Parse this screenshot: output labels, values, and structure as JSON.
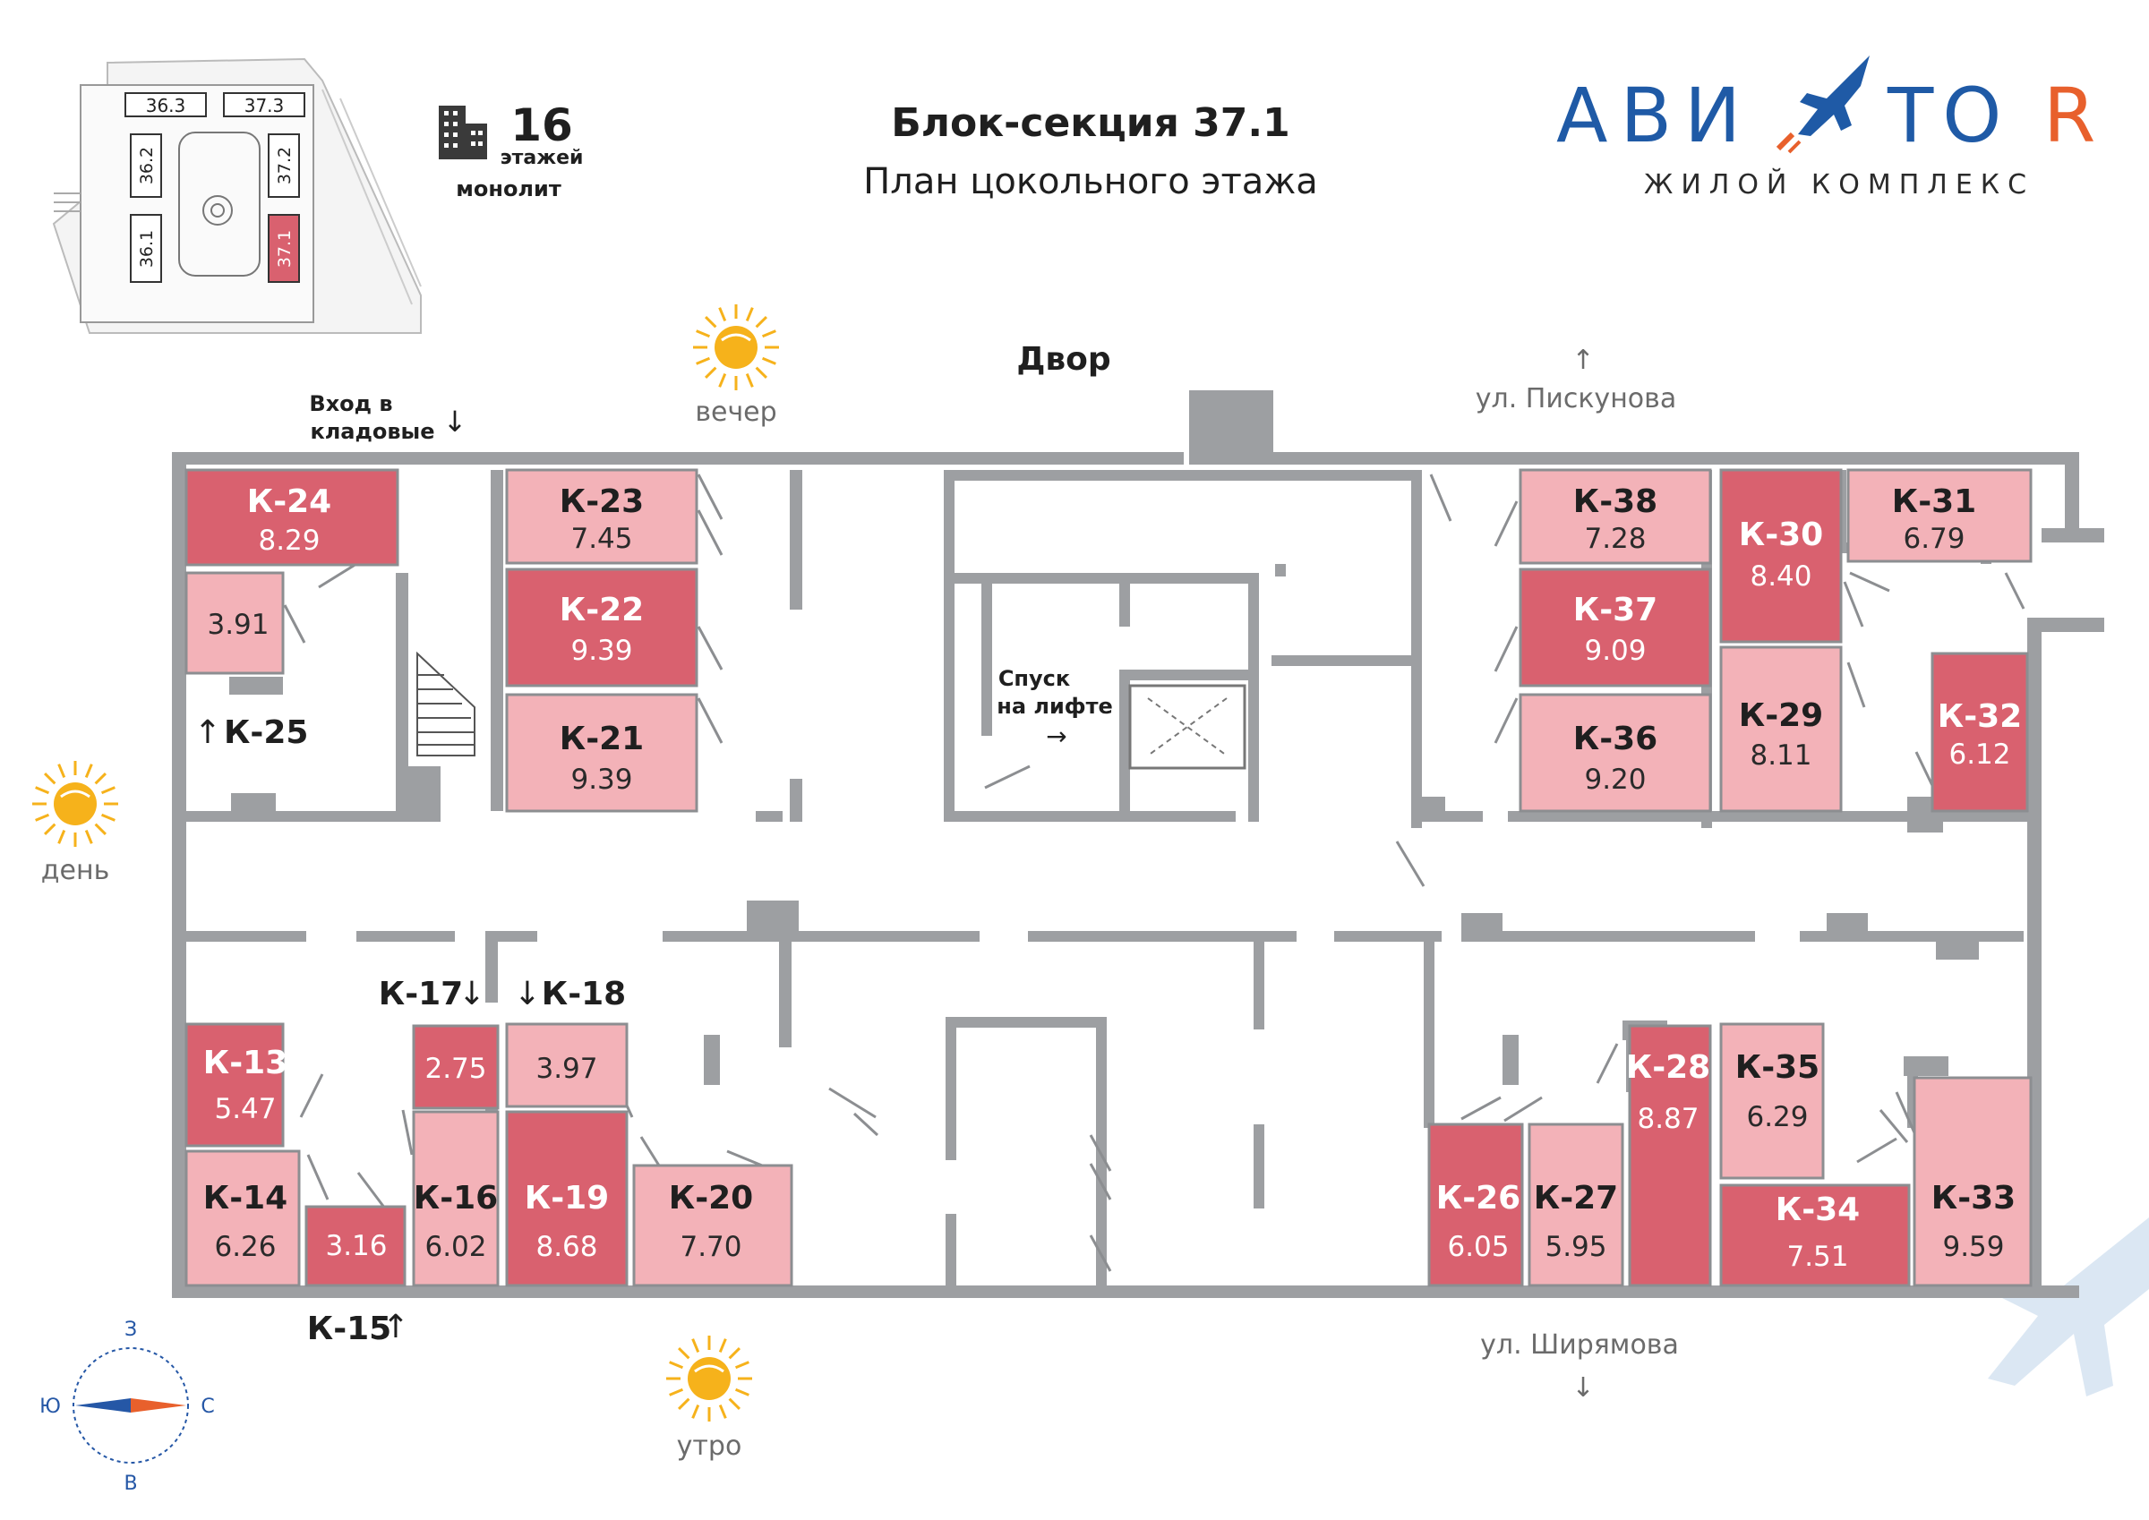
{
  "header": {
    "title": "Блок-секция 37.1",
    "subtitle": "План цокольного этажа"
  },
  "brand": {
    "logo_text_left": "АВИ",
    "logo_text_right": "TO",
    "logo_text_r": "R",
    "tagline": "ЖИЛОЙ КОМПЛЕКС",
    "color_blue": "#1f5aa6",
    "color_orange": "#e8602c"
  },
  "building_info": {
    "floors": "16",
    "floors_label": "этажей",
    "construction": "монолит"
  },
  "site_plan": {
    "sections": [
      "36.3",
      "37.3",
      "36.2",
      "37.2",
      "36.1",
      "37.1"
    ],
    "highlighted": "37.1"
  },
  "orientation": {
    "yard": "Двор",
    "street_top": "ул. Пискунова",
    "street_bottom": "ул. Ширямова",
    "entrance_label_1": "Вход в",
    "entrance_label_2": "кладовые",
    "lift_label_1": "Спуск",
    "lift_label_2": "на лифте",
    "sun_evening": "вечер",
    "sun_day": "день",
    "sun_morning": "утро",
    "compass": {
      "north": "С",
      "south": "Ю",
      "west": "З",
      "east": "В"
    },
    "arrow_up": "↑",
    "arrow_down": "↓",
    "arrow_right": "→"
  },
  "colors": {
    "unit_dark": "#d9616f",
    "unit_light": "#f3b2b8",
    "wall": "#9d9fa2"
  },
  "units": [
    {
      "code": "К-24",
      "area": "8.29",
      "shade": "dark"
    },
    {
      "code": "К-25",
      "area": "3.91",
      "shade": "light"
    },
    {
      "code": "К-23",
      "area": "7.45",
      "shade": "light"
    },
    {
      "code": "К-22",
      "area": "9.39",
      "shade": "dark"
    },
    {
      "code": "К-21",
      "area": "9.39",
      "shade": "light"
    },
    {
      "code": "К-38",
      "area": "7.28",
      "shade": "light"
    },
    {
      "code": "К-37",
      "area": "9.09",
      "shade": "dark"
    },
    {
      "code": "К-36",
      "area": "9.20",
      "shade": "light"
    },
    {
      "code": "К-30",
      "area": "8.40",
      "shade": "dark"
    },
    {
      "code": "К-29",
      "area": "8.11",
      "shade": "light"
    },
    {
      "code": "К-31",
      "area": "6.79",
      "shade": "light"
    },
    {
      "code": "К-32",
      "area": "6.12",
      "shade": "dark"
    },
    {
      "code": "К-13",
      "area": "5.47",
      "shade": "dark"
    },
    {
      "code": "К-14",
      "area": "6.26",
      "shade": "light"
    },
    {
      "code": "К-15",
      "area": "3.16",
      "shade": "dark"
    },
    {
      "code": "К-16",
      "area": "6.02",
      "shade": "light"
    },
    {
      "code": "К-17",
      "area": "2.75",
      "shade": "dark"
    },
    {
      "code": "К-18",
      "area": "3.97",
      "shade": "light"
    },
    {
      "code": "К-19",
      "area": "8.68",
      "shade": "dark"
    },
    {
      "code": "К-20",
      "area": "7.70",
      "shade": "light"
    },
    {
      "code": "К-26",
      "area": "6.05",
      "shade": "dark"
    },
    {
      "code": "К-27",
      "area": "5.95",
      "shade": "light"
    },
    {
      "code": "К-28",
      "area": "8.87",
      "shade": "dark"
    },
    {
      "code": "К-35",
      "area": "6.29",
      "shade": "light"
    },
    {
      "code": "К-34",
      "area": "7.51",
      "shade": "dark"
    },
    {
      "code": "К-33",
      "area": "9.59",
      "shade": "light"
    }
  ]
}
